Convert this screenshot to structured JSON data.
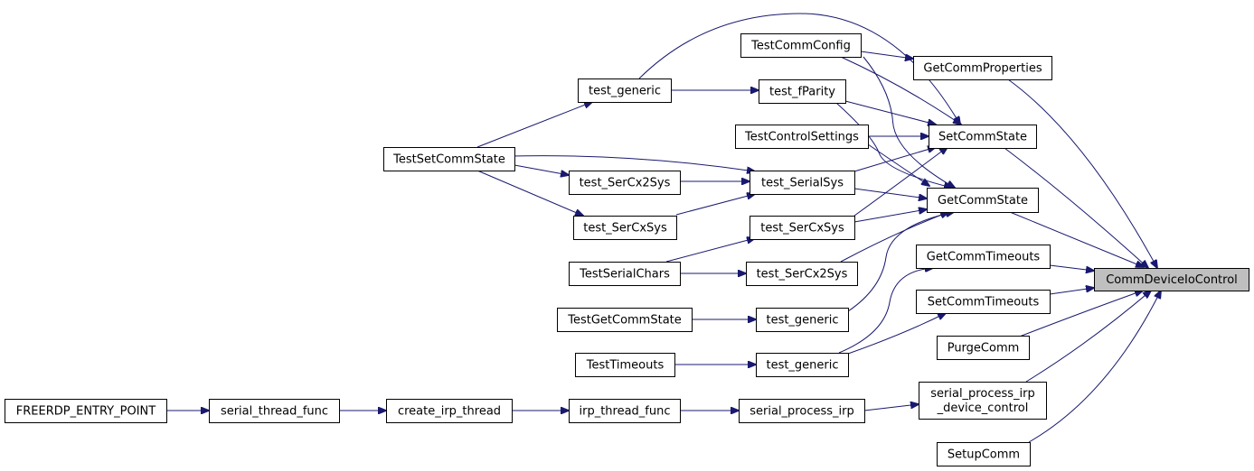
{
  "diagram": {
    "root": "CommDeviceIoControl",
    "colors": {
      "edge": "#191970",
      "root_fill": "#bfbfbf",
      "node_fill": "#ffffff",
      "border": "#000000"
    },
    "nodes": {
      "n_root": [
        "CommDeviceIoControl"
      ],
      "n_getcommprops": [
        "GetCommProperties"
      ],
      "n_setcommstate": [
        "SetCommState"
      ],
      "n_getcommstate": [
        "GetCommState"
      ],
      "n_getcommtimeouts": [
        "GetCommTimeouts"
      ],
      "n_setcommtimeouts": [
        "SetCommTimeouts"
      ],
      "n_purgecomm": [
        "PurgeComm"
      ],
      "n_serprocirpdc": [
        "serial_process_irp",
        "_device_control"
      ],
      "n_setupcomm": [
        "SetupComm"
      ],
      "n_testcommconfig": [
        "TestCommConfig"
      ],
      "n_test_fparity": [
        "test_fParity"
      ],
      "n_testcontrolsettings": [
        "TestControlSettings"
      ],
      "n_test_serialsys": [
        "test_SerialSys"
      ],
      "n_test_sercxsys_b": [
        "test_SerCxSys"
      ],
      "n_test_sercx2sys_b": [
        "test_SerCx2Sys"
      ],
      "n_test_generic_b": [
        "test_generic"
      ],
      "n_test_generic_c": [
        "test_generic"
      ],
      "n_serial_process_irp": [
        "serial_process_irp"
      ],
      "n_test_generic_a": [
        "test_generic"
      ],
      "n_test_sercx2sys_a": [
        "test_SerCx2Sys"
      ],
      "n_test_sercxsys_a": [
        "test_SerCxSys"
      ],
      "n_testserialchars": [
        "TestSerialChars"
      ],
      "n_testgetcommstate": [
        "TestGetCommState"
      ],
      "n_testtimeouts": [
        "TestTimeouts"
      ],
      "n_irp_thread_func": [
        "irp_thread_func"
      ],
      "n_testsetcommstate": [
        "TestSetCommState"
      ],
      "n_create_irp_thread": [
        "create_irp_thread"
      ],
      "n_serial_thread_func": [
        "serial_thread_func"
      ],
      "n_freerdp_entry": [
        "FREERDP_ENTRY_POINT"
      ]
    },
    "edges": [
      [
        "n_getcommprops",
        "n_root"
      ],
      [
        "n_setcommstate",
        "n_root"
      ],
      [
        "n_getcommstate",
        "n_root"
      ],
      [
        "n_getcommtimeouts",
        "n_root"
      ],
      [
        "n_setcommtimeouts",
        "n_root"
      ],
      [
        "n_purgecomm",
        "n_root"
      ],
      [
        "n_serprocirpdc",
        "n_root"
      ],
      [
        "n_setupcomm",
        "n_root"
      ],
      [
        "n_testcommconfig",
        "n_getcommprops"
      ],
      [
        "n_test_generic_a",
        "n_setcommstate"
      ],
      [
        "n_testcommconfig",
        "n_setcommstate"
      ],
      [
        "n_test_fparity",
        "n_setcommstate"
      ],
      [
        "n_testcontrolsettings",
        "n_setcommstate"
      ],
      [
        "n_test_serialsys",
        "n_setcommstate"
      ],
      [
        "n_test_sercxsys_b",
        "n_setcommstate"
      ],
      [
        "n_testcommconfig",
        "n_getcommstate"
      ],
      [
        "n_test_fparity",
        "n_getcommstate"
      ],
      [
        "n_testcontrolsettings",
        "n_getcommstate"
      ],
      [
        "n_test_serialsys",
        "n_getcommstate"
      ],
      [
        "n_test_sercxsys_b",
        "n_getcommstate"
      ],
      [
        "n_test_sercx2sys_b",
        "n_getcommstate"
      ],
      [
        "n_test_generic_b",
        "n_getcommstate"
      ],
      [
        "n_test_generic_c",
        "n_getcommtimeouts"
      ],
      [
        "n_test_generic_c",
        "n_setcommtimeouts"
      ],
      [
        "n_serial_process_irp",
        "n_serprocirpdc"
      ],
      [
        "n_test_generic_a",
        "n_test_fparity"
      ],
      [
        "n_testsetcommstate",
        "n_test_generic_a"
      ],
      [
        "n_testsetcommstate",
        "n_test_serialsys"
      ],
      [
        "n_test_sercx2sys_a",
        "n_test_serialsys"
      ],
      [
        "n_test_sercxsys_a",
        "n_test_serialsys"
      ],
      [
        "n_testsetcommstate",
        "n_test_sercx2sys_a"
      ],
      [
        "n_testsetcommstate",
        "n_test_sercxsys_a"
      ],
      [
        "n_testserialchars",
        "n_test_sercxsys_b"
      ],
      [
        "n_testserialchars",
        "n_test_sercx2sys_b"
      ],
      [
        "n_testgetcommstate",
        "n_test_generic_b"
      ],
      [
        "n_testtimeouts",
        "n_test_generic_c"
      ],
      [
        "n_irp_thread_func",
        "n_serial_process_irp"
      ],
      [
        "n_create_irp_thread",
        "n_irp_thread_func"
      ],
      [
        "n_serial_thread_func",
        "n_create_irp_thread"
      ],
      [
        "n_freerdp_entry",
        "n_serial_thread_func"
      ]
    ]
  }
}
